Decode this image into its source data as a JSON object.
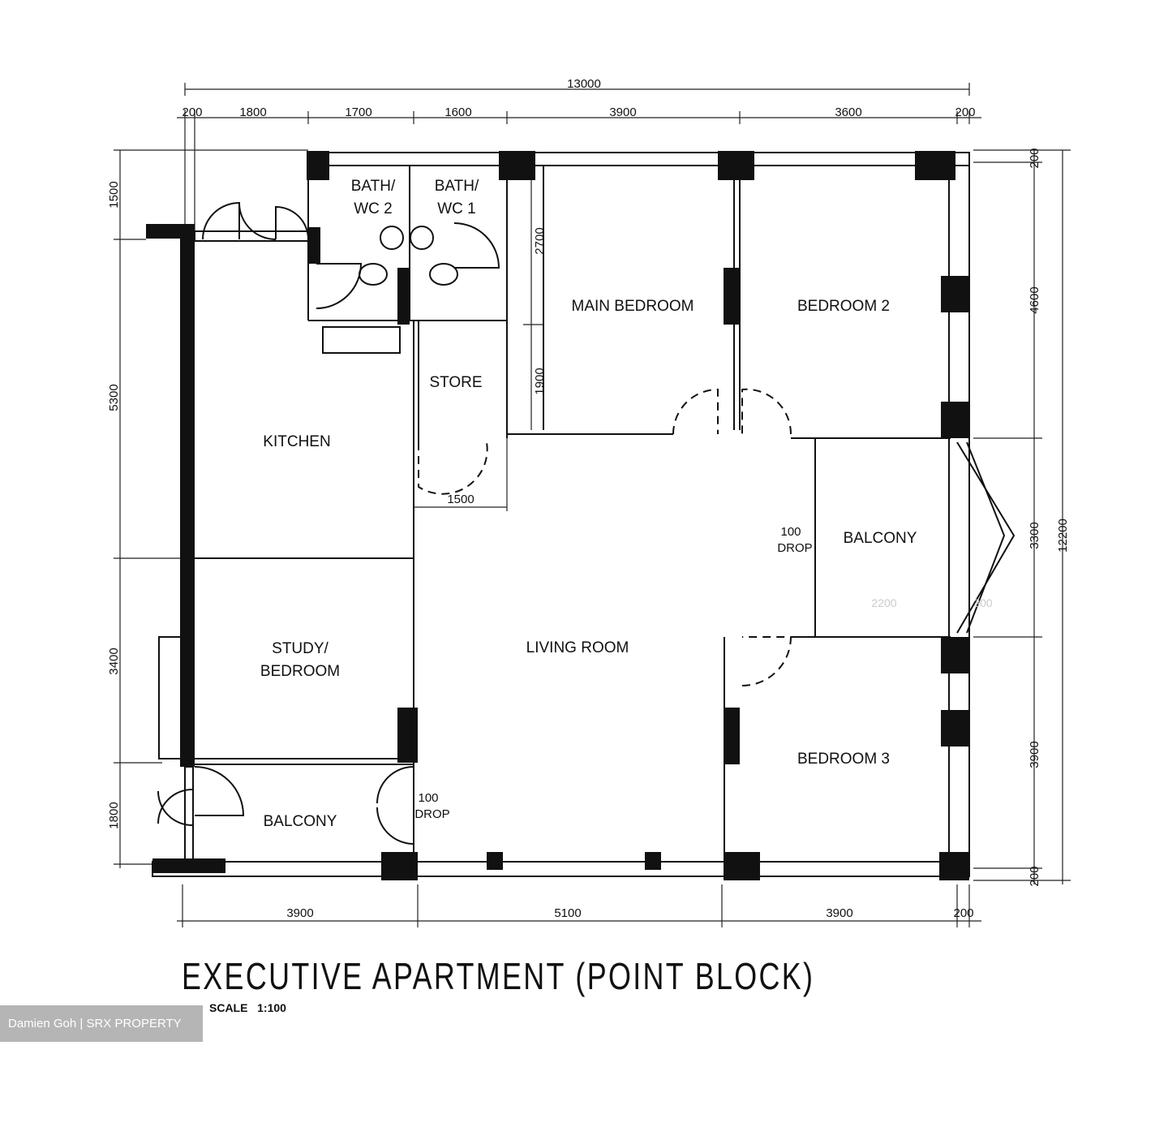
{
  "title": "EXECUTIVE APARTMENT (POINT BLOCK)",
  "scale": "SCALE   1:100",
  "watermark": "Damien Goh | SRX PROPERTY",
  "rooms": {
    "bath2_a": "BATH/",
    "bath2_b": "WC  2",
    "bath1_a": "BATH/",
    "bath1_b": "WC  1",
    "main_bedroom": "MAIN  BEDROOM",
    "bedroom2": "BEDROOM  2",
    "store": "STORE",
    "kitchen": "KITCHEN",
    "balcony_right": "BALCONY",
    "study_a": "STUDY/",
    "study_b": "BEDROOM",
    "living": "LIVING ROOM",
    "bedroom3": "BEDROOM  3",
    "balcony_left": "BALCONY"
  },
  "notes": {
    "drop_right_a": "100",
    "drop_right_b": "DROP",
    "drop_left_a": "100",
    "drop_left_b": "DROP",
    "store_width": "1500",
    "mb_2700": "2700",
    "mb_1900": "1900",
    "faint_2200": "2200",
    "faint_300": "300"
  },
  "dimensions": {
    "top_total": "13000",
    "top": [
      "200",
      "1800",
      "1700",
      "1600",
      "3900",
      "3600",
      "200"
    ],
    "left": [
      "1500",
      "5300",
      "3400",
      "1800"
    ],
    "right": [
      "200",
      "4600",
      "3300",
      "3900",
      "200"
    ],
    "right_total": "12200",
    "bottom": [
      "3900",
      "5100",
      "3900",
      "200"
    ]
  }
}
